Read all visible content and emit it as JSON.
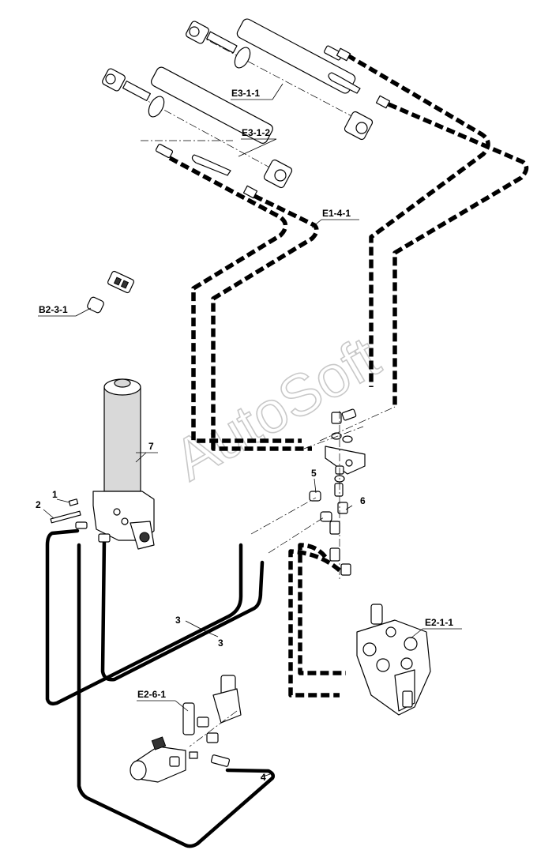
{
  "watermark": "AutoSoft",
  "labels": {
    "e3_1_1": "E3-1-1",
    "e3_1_2": "E3-1-2",
    "e1_4_1": "E1-4-1",
    "b2_3_1": "B2-3-1",
    "e2_1_1": "E2-1-1",
    "e2_6_1": "E2-6-1"
  },
  "numbers": {
    "n7": "7",
    "n1": "1",
    "n2": "2",
    "n5": "5",
    "n6": "6",
    "n3a": "3",
    "n3b": "3",
    "n4": "4"
  }
}
